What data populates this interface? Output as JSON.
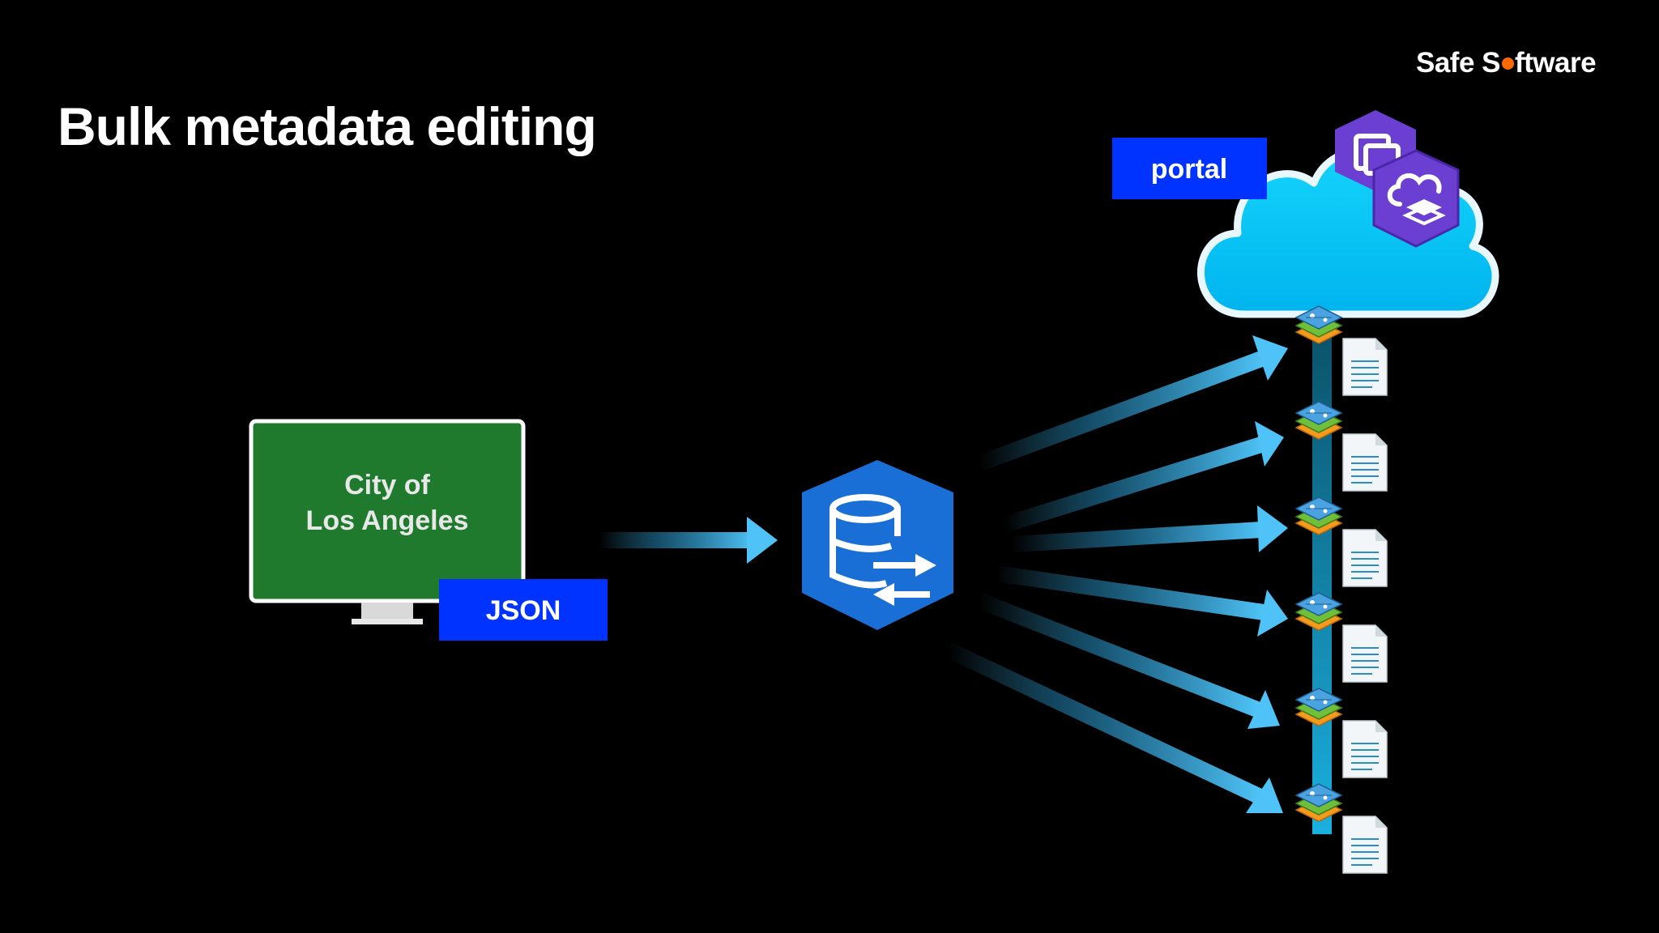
{
  "slide": {
    "title": "Bulk metadata editing"
  },
  "logo": {
    "part1": "Safe S",
    "part2": "ftware"
  },
  "monitor": {
    "line1": "City of",
    "line2": "Los Angeles"
  },
  "json_label": "JSON",
  "portal_label": "portal",
  "colors": {
    "background": "#000000",
    "sign_green": "#1f7a2e",
    "label_blue": "#0033ff",
    "arrow_blue": "#4fc3f7",
    "cloud": "#00c8f5",
    "db_hex": "#1a6fd6",
    "logo_dot": "#ff6a00",
    "portal_hex": "#6a3fd1"
  },
  "icons": {
    "database_sync": "database-sync-icon",
    "cloud": "cloud-icon",
    "portal_badge_1": "portal-hexagon-icon",
    "portal_badge_2": "cloud-layers-hexagon-icon",
    "layer_stack": "map-layer-stack-icon",
    "document": "document-icon"
  },
  "items_count": 6
}
